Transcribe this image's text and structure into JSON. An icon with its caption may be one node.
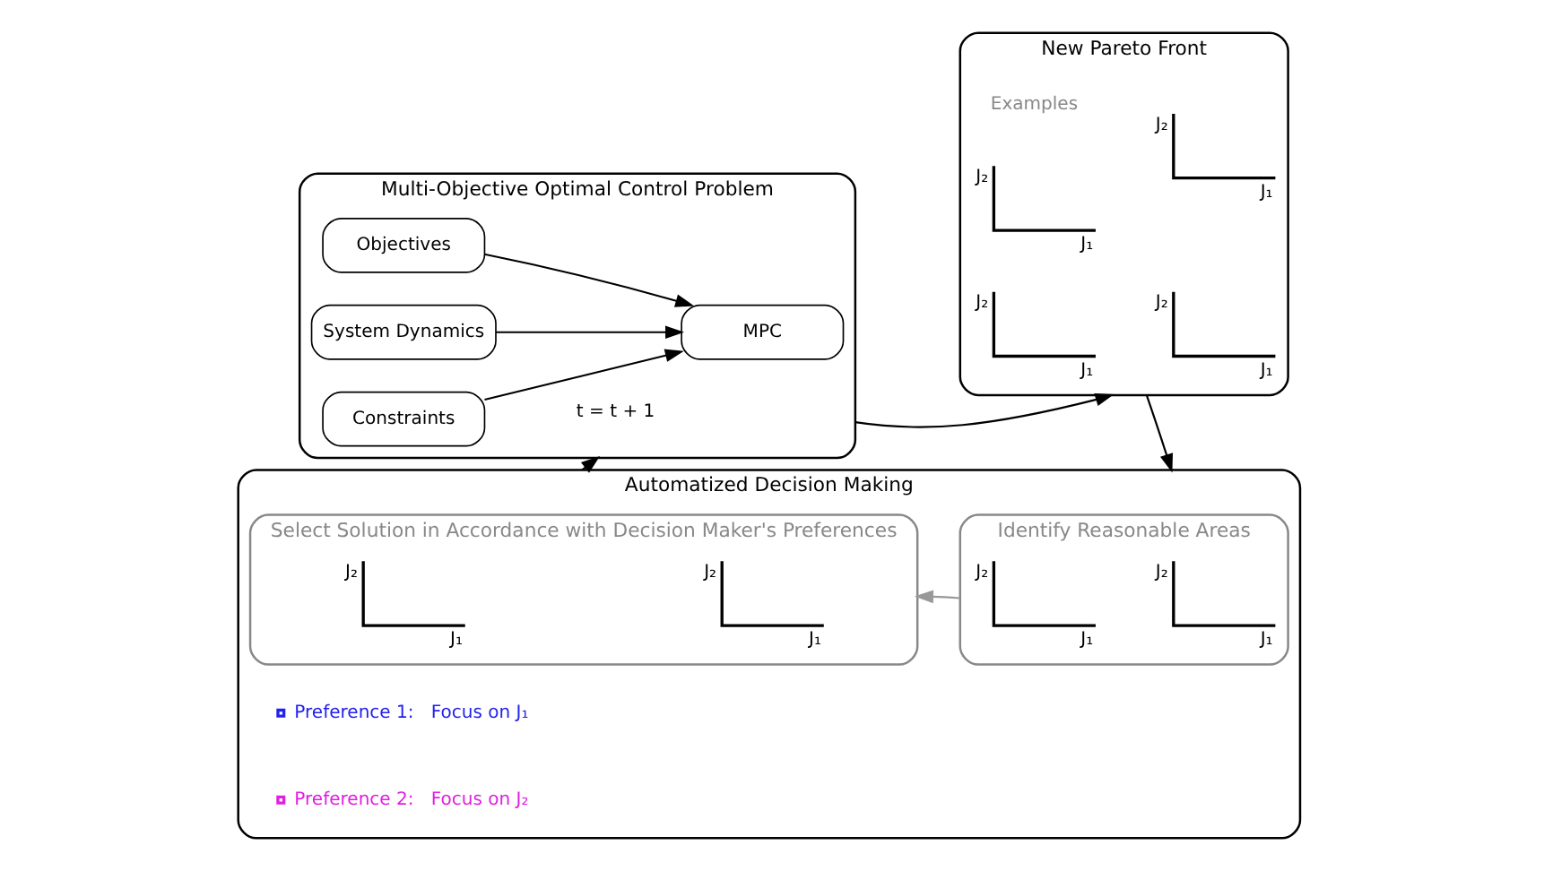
{
  "diagram": {
    "nodes": [
      {
        "text": [
          "Multi-Objective Optimal Control Problem"
        ]
      },
      {
        "text": [
          "Objectives"
        ],
        "in": 0
      },
      {
        "text": [
          "System Dynamics"
        ],
        "in": 0
      },
      {
        "text": [
          "Constraints"
        ],
        "in": 0
      },
      {
        "text": [
          "MPC"
        ],
        "in": 0
      },
      {
        "text": [
          "New Pareto Front"
        ]
      },
      {
        "text": [
          "J₂",
          "J₁"
        ],
        "in": 5
      },
      {
        "text": [
          "J₂",
          "J₁"
        ],
        "in": 5
      },
      {
        "text": [
          "J₂",
          "J₁"
        ],
        "in": 5
      },
      {
        "text": [
          "J₂",
          "J₁"
        ],
        "in": 5
      },
      {
        "text": [
          "Automatized Decision Making"
        ]
      },
      {
        "text": [
          "Select Solution in Accordance with Decision Maker's Preferences"
        ],
        "in": 10
      },
      {
        "text": [
          "J₂",
          "J₁"
        ],
        "in": 11
      },
      {
        "text": [
          "J₂",
          "J₁"
        ],
        "in": 11
      },
      {
        "text": [
          "Identify Reasonable Areas"
        ],
        "in": 10
      },
      {
        "text": [
          "J₂",
          "J₁"
        ],
        "in": 14
      },
      {
        "text": [
          "J₂",
          "J₁"
        ],
        "in": 14
      }
    ],
    "edges": [
      {
        "from": 1,
        "to": 4,
        "arrow": "to"
      },
      {
        "from": 2,
        "to": 4,
        "arrow": "to"
      },
      {
        "from": 3,
        "to": 4,
        "arrow": "to"
      },
      {
        "from": 0,
        "to": 5,
        "arrow": "to"
      },
      {
        "from": 5,
        "to": 10,
        "arrow": "to"
      },
      {
        "from": 14,
        "to": 11,
        "arrow": "to",
        "color": "#999999"
      },
      {
        "from": 10,
        "to": 0,
        "arrow": "to",
        "label": "t = t + 1"
      }
    ],
    "labels": [
      "Examples"
    ],
    "legend": [
      {
        "text": "Preference 1:   Focus on J₁"
      },
      {
        "text": "Preference 2:   Focus on J₂"
      }
    ]
  }
}
